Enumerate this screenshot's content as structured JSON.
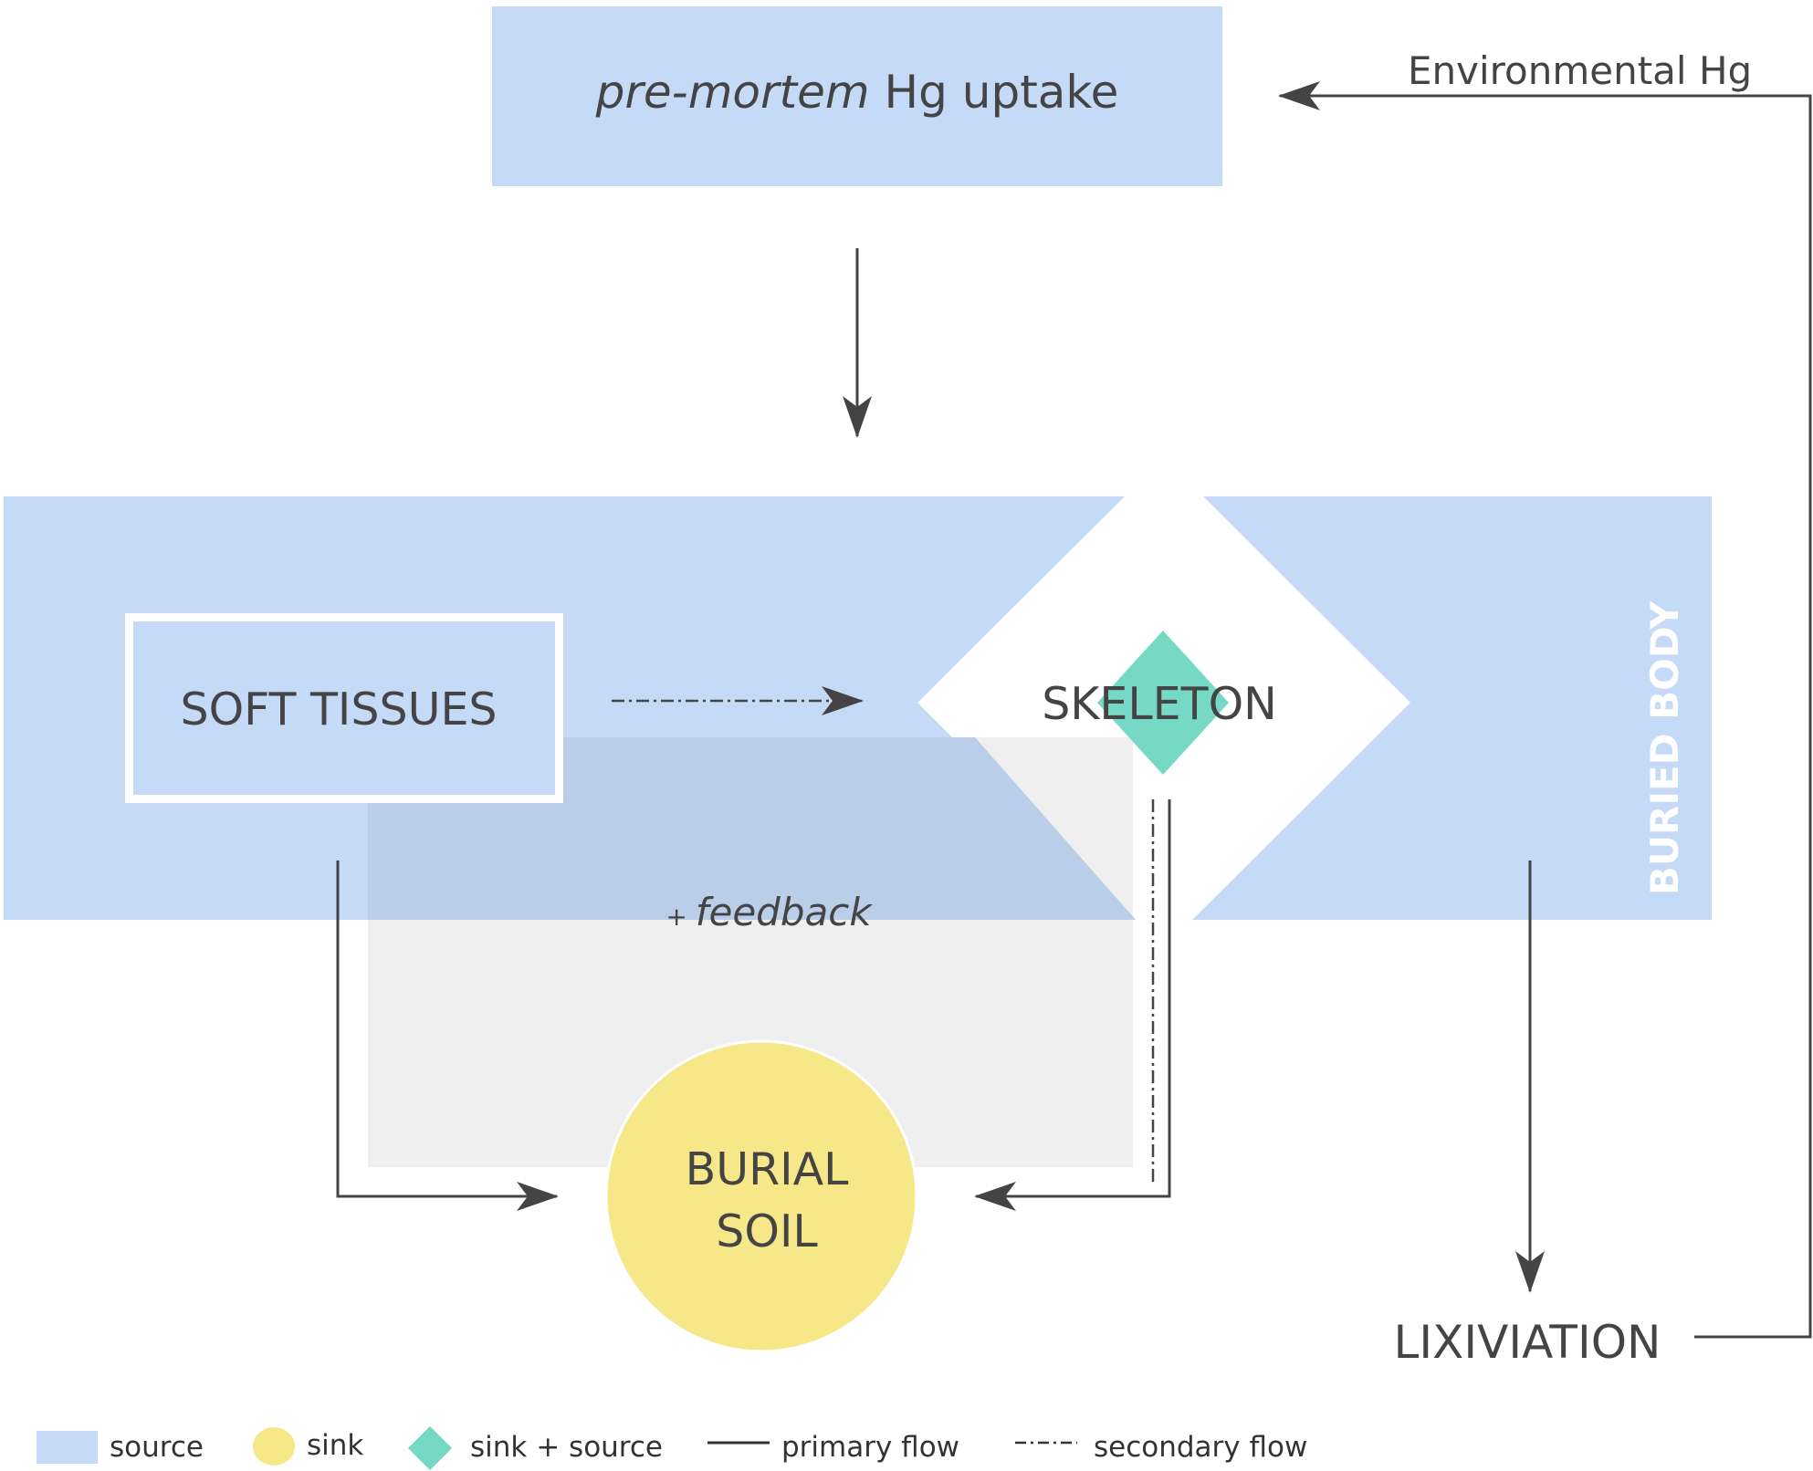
{
  "colors": {
    "source": "#c5daf7",
    "sink": "#f6e888",
    "sink_source": "#76d9c5",
    "overlap": "#bacde9",
    "feedback_area": "#efefef",
    "line": "#444444",
    "buried_body_text": "#ffffff"
  },
  "nodes": {
    "uptake": {
      "prefix_italic": "pre-mortem",
      "suffix": " Hg uptake"
    },
    "environmental": "Environmental Hg",
    "soft_tissues": "SOFT TISSUES",
    "skeleton": "SKELETON",
    "buried_body": "BURIED BODY",
    "feedback": {
      "plus": "+ ",
      "word": "feedback"
    },
    "burial_soil": {
      "line1": "BURIAL",
      "line2": "SOIL"
    },
    "lixiviation": "LIXIVIATION"
  },
  "legend": {
    "source": "source",
    "sink": "sink",
    "sink_source": "sink + source",
    "primary_flow": "primary flow",
    "secondary_flow": "secondary flow"
  }
}
